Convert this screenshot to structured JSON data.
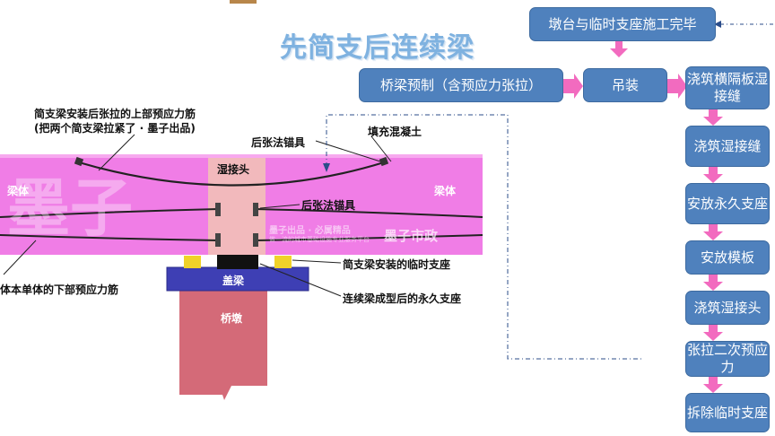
{
  "title": "先简支后连续梁",
  "labels": {
    "upper_tendon_line1": "简支梁安装后张拉的上部预应力筋",
    "upper_tendon_line2": "(把两个简支梁拉紧了 · 墨子出品)",
    "anchor_upper": "后张法锚具",
    "fill_concrete": "填充混凝土",
    "wet_joint": "湿接头",
    "beam_left": "梁体",
    "beam_right": "梁体",
    "anchor_middle": "后张法锚具",
    "temp_support": "简支梁安装的临时支座",
    "permanent_support": "连续梁成型后的永久支座",
    "lower_tendon": "体本单体的下部预应力筋",
    "cap_beam": "盖梁",
    "pier": "桥墩"
  },
  "watermark": {
    "big": "墨子",
    "small_line1": "墨子出品 · 必属精品",
    "small_line2": "做一流的城市基础设施专业服务平台",
    "brand": "墨子市政"
  },
  "flow": {
    "top_step": "墩台与临时支座施工完毕",
    "row_steps": [
      "桥梁预制（含预应力张拉）",
      "吊装",
      "浇筑横隔板湿接缝"
    ],
    "column_steps": [
      "浇筑湿接缝",
      "安放永久支座",
      "安放模板",
      "浇筑湿接头",
      "张拉二次预应力",
      "拆除临时支座"
    ]
  },
  "colors": {
    "beam": "#f07de6",
    "joint": "#f2b9bc",
    "cap": "#3e3fb4",
    "pier": "#d46a78",
    "temp_support": "#f0d229",
    "perm_support": "#111111",
    "flow_box": "#4f81bd",
    "flow_arrow": "#f26bbf",
    "dashed_line": "#2b4d8a"
  }
}
